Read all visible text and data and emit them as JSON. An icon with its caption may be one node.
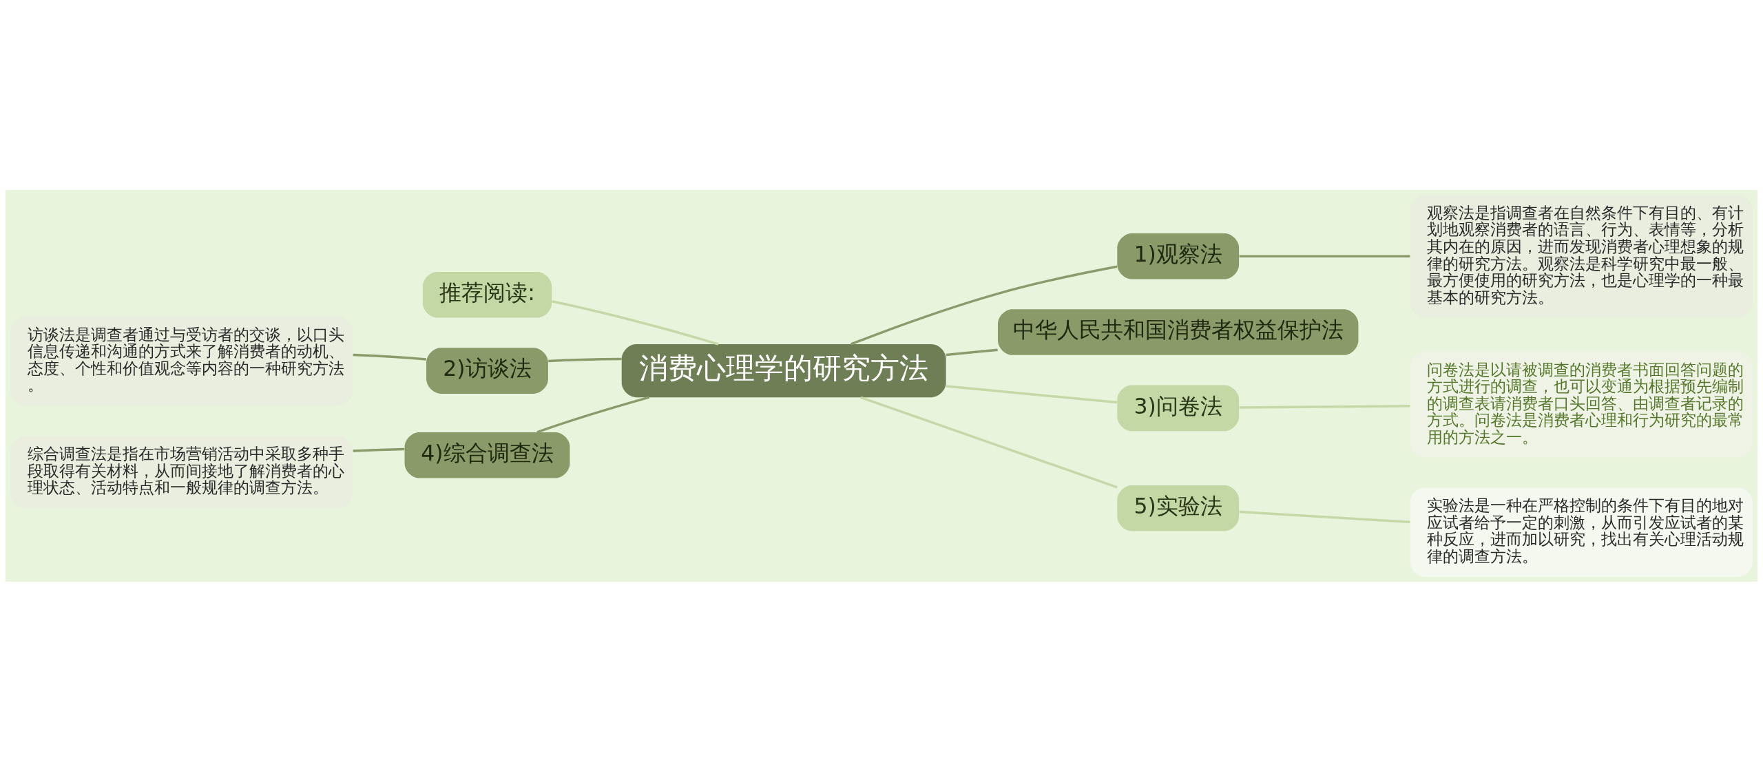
{
  "diagram": {
    "nodes": [
      {
        "text": [
          "消费心理学的研究方法"
        ]
      },
      {
        "text": [
          "推荐阅读:"
        ]
      },
      {
        "text": [
          "2)访谈法"
        ]
      },
      {
        "text": [
          "访谈法是调查者通过与受访者的交谈，以口头信息传递和沟通的方式来了解消费者的动机、态度、个性和价值观念等内容的一种研究方法。"
        ]
      },
      {
        "text": [
          "4)综合调查法"
        ]
      },
      {
        "text": [
          "综合调查法是指在市场营销活动中采取多种手段取得有关材料，从而间接地了解消费者的心理状态、活动特点和一般规律的调查方法。"
        ]
      },
      {
        "text": [
          "1)观察法"
        ]
      },
      {
        "text": [
          "观察法是指调查者在自然条件下有目的、有计划地观察消费者的语言、行为、表情等，分析其内在的原因，进而发现消费者心理想象的规律的研究方法。观察法是科学研究中最一般、最方便使用的研究方法，也是心理学的一种最基本的研究方法。"
        ]
      },
      {
        "text": [
          "中华人民共和国消费者权益保护法"
        ]
      },
      {
        "text": [
          "3)问卷法"
        ]
      },
      {
        "text": [
          "问卷法是以请被调查的消费者书面回答问题的方式进行的调查，也可以变通为根据预先编制的调查表请消费者口头回答、由调查者记录的方式。问卷法是消费者心理和行为研究的最常用的方法之一。"
        ]
      },
      {
        "text": [
          "5)实验法"
        ]
      },
      {
        "text": [
          "实验法是一种在严格控制的条件下有目的地对应试者给予一定的刺激，从而引发应试者的某种反应，进而加以研究，找出有关心理活动规律的调查方法。"
        ]
      }
    ],
    "edges": [
      {
        "from": 0,
        "to": 1,
        "arrow": "none",
        "color": "#c5d9a8"
      },
      {
        "from": 0,
        "to": 2,
        "arrow": "none"
      },
      {
        "from": 2,
        "to": 3,
        "arrow": "none"
      },
      {
        "from": 0,
        "to": 4,
        "arrow": "none"
      },
      {
        "from": 4,
        "to": 5,
        "arrow": "none"
      },
      {
        "from": 0,
        "to": 6,
        "arrow": "none"
      },
      {
        "from": 6,
        "to": 7,
        "arrow": "none"
      },
      {
        "from": 0,
        "to": 8,
        "arrow": "none"
      },
      {
        "from": 0,
        "to": 9,
        "arrow": "none",
        "color": "#c5d9a8"
      },
      {
        "from": 9,
        "to": 10,
        "arrow": "none",
        "color": "#c5d9a8"
      },
      {
        "from": 0,
        "to": 11,
        "arrow": "none",
        "color": "#c5d9a8"
      },
      {
        "from": 11,
        "to": 12,
        "arrow": "none",
        "color": "#c5d9a8"
      }
    ]
  }
}
